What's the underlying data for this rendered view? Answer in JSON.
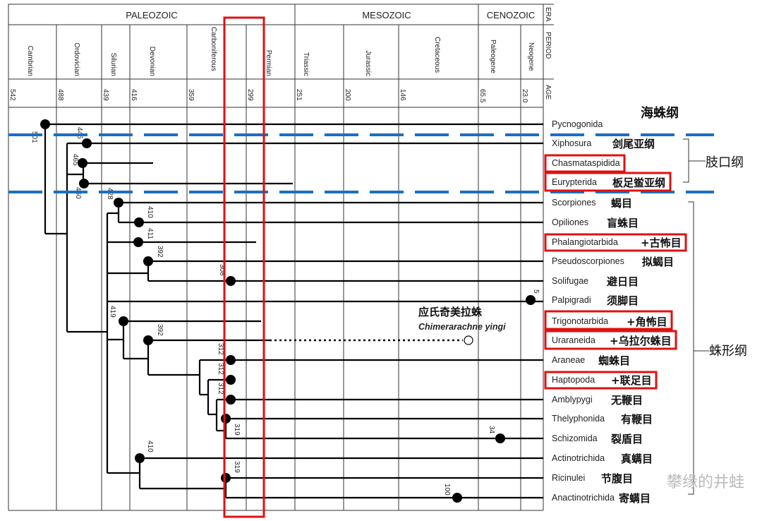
{
  "header": {
    "eras": [
      "PALEOZOIC",
      "MESOZOIC",
      "CENOZOIC"
    ],
    "row_labels": [
      "ERA",
      "PERIOD",
      "AGE"
    ],
    "periods": [
      "Cambrian",
      "Ordovician",
      "Silurian",
      "Devonian",
      "Carboniferous",
      "Permian",
      "Triassic",
      "Jurassic",
      "Cretaceous",
      "Paleogene",
      "Neogene"
    ],
    "ages": [
      "542",
      "488",
      "439",
      "416",
      "359",
      "299",
      "251",
      "200",
      "146",
      "65.5",
      "23.0"
    ]
  },
  "taxa": [
    {
      "name": "Pycnogonida",
      "cn": ""
    },
    {
      "name": "Xiphosura",
      "cn": "剑尾亚纲"
    },
    {
      "name": "Chasmataspidida",
      "cn": ""
    },
    {
      "name": "Eurypterida",
      "cn": "板足鲎亚纲"
    },
    {
      "name": "Scorpiones",
      "cn": "蝎目"
    },
    {
      "name": "Opiliones",
      "cn": "盲蛛目"
    },
    {
      "name": "Phalangiotarbida",
      "cn": "+古怖目"
    },
    {
      "name": "Pseudoscorpiones",
      "cn": "拟蝎目"
    },
    {
      "name": "Solifugae",
      "cn": "避日目"
    },
    {
      "name": "Palpigradi",
      "cn": "须脚目"
    },
    {
      "name": "Trigonotarbida",
      "cn": "+角怖目"
    },
    {
      "name": "Uraraneida",
      "cn": "+乌拉尔蛛目"
    },
    {
      "name": "Araneae",
      "cn": "蜘蛛目"
    },
    {
      "name": "Haptopoda",
      "cn": "+联足目"
    },
    {
      "name": "Amblypygi",
      "cn": "无鞭目"
    },
    {
      "name": "Thelyphonida",
      "cn": "有鞭目"
    },
    {
      "name": "Schizomida",
      "cn": "裂盾目"
    },
    {
      "name": "Actinotrichida",
      "cn": "真螨目"
    },
    {
      "name": "Ricinulei",
      "cn": "节腹目"
    },
    {
      "name": "Anactinotrichida",
      "cn": "寄螨目"
    }
  ],
  "classes": {
    "pycnogonida": "海蛛纲",
    "merostomata": "肢口纲",
    "arachnida": "蛛形纲"
  },
  "node_ages": [
    "501",
    "445",
    "465",
    "460",
    "428",
    "410",
    "411",
    "392",
    "308",
    "5",
    "419",
    "392",
    "312",
    "312",
    "312",
    "319",
    "410",
    "319",
    "34",
    "100"
  ],
  "fossil": {
    "cn": "应氏奇美拉蛛",
    "latin": "Chimerarachne yingi"
  },
  "watermark": "攀缘的井蛙",
  "colors": {
    "highlight": "#e01010",
    "divider": "#1a6fc0"
  }
}
